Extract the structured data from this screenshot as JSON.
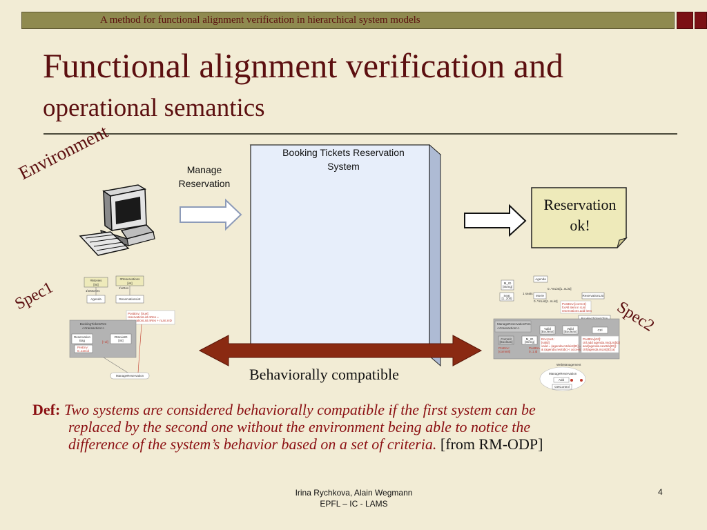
{
  "header": {
    "text": "A method for functional alignment verification in hierarchical system models"
  },
  "title": {
    "line1": "Functional alignment verification and",
    "line2": "operational semantics"
  },
  "diagram": {
    "environment_label": "Environment",
    "manage_label_1": "Manage",
    "manage_label_2": "Reservation",
    "system_label_1": "Booking Tickets Reservation",
    "system_label_2": "System",
    "result_line1": "Reservation",
    "result_line2": "ok!",
    "spec1_label": "Spec1",
    "spec2_label": "Spec2",
    "compat_label": "Behaviorally compatible",
    "colors": {
      "system_box": "#e7eefa",
      "arrow_brown": "#8a2a12",
      "note_fill": "#eeeaba"
    }
  },
  "definition": {
    "label": "Def:",
    "line1": "Two systems are considered behaviorally compatible if the first system can be",
    "line2": "replaced by the second one without the environment being able to notice the",
    "line3": "difference of the system’s behavior based on a set of criteria.",
    "source": "[from RM-ODP]"
  },
  "footer": {
    "authors": "Irina Rychkova, Alain Wegmann",
    "affiliation": "EPFL – IC - LAMS",
    "page": "4"
  }
}
